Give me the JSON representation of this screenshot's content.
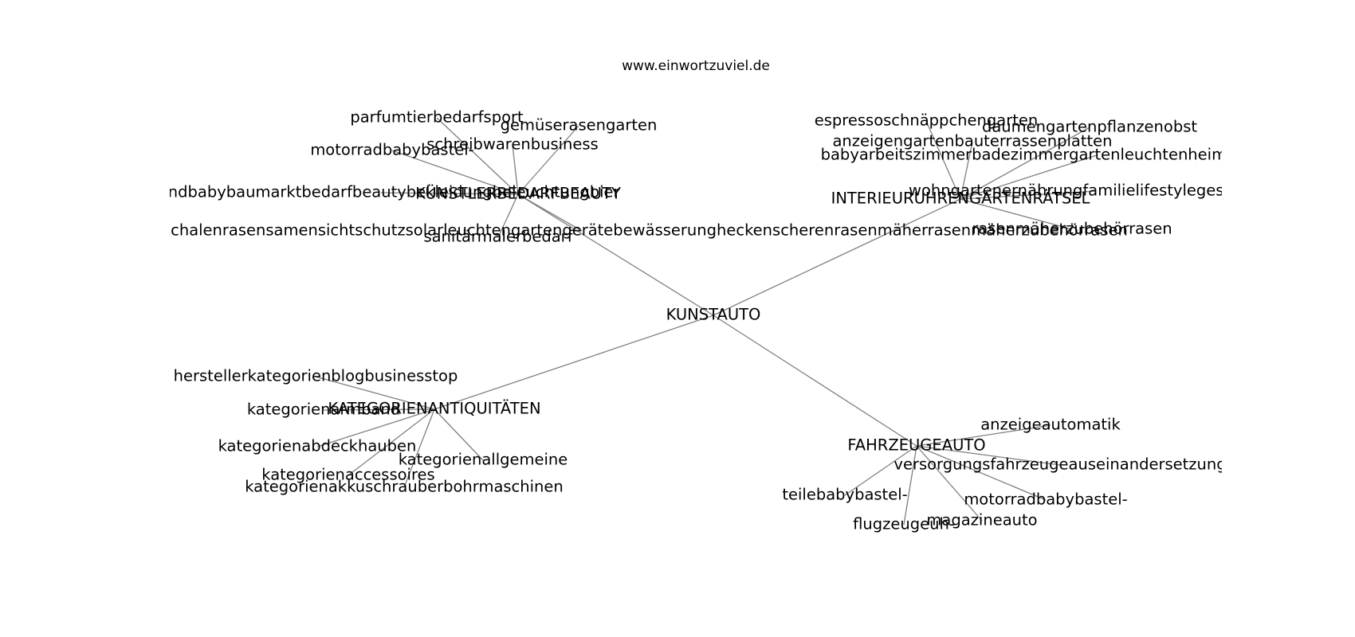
{
  "title": "www.einwortzuviel.de",
  "center": "KUNSTAUTO",
  "hubs": [
    {
      "id": "h1",
      "label": "KÜNSTLERBEDARFBEAUTY",
      "leaves": [
        "parfumtierbedarfsport",
        "gemüserasengarten",
        "schreibwarenbusiness",
        "motorradbabybastel-",
        "brandbabybaumarktbedarfbeautybekleidungbeleuchtungbier",
        "möbeldekofeuerschalenrasensamensichtschutzsolarleuchtengartengerätebewässerungheckenscherenrasenmäherrasenmäherzubehörrasen",
        "sanitärmalerbedarf"
      ]
    },
    {
      "id": "h2",
      "label": "INTERIEURUHRENGARTENRÄTSEL",
      "leaves": [
        "espressoschnäppchengarten",
        "daumengartenpflanzenobst",
        "anzeigengartenbauterrassenplatten",
        "babyarbeitszimmerbadezimmergartenleuchtenheimtextiliendekoration",
        "wohngartenernährungfamilielifestylegesundheit",
        "rasenmäherzubehörrasen"
      ]
    },
    {
      "id": "h3",
      "label": "KATEGORIENANTIQUITÄTEN",
      "leaves": [
        "herstellerkategorienblogbusinesstop",
        "kategorienarmband",
        "kategorienabdeckhauben",
        "kategorienallgemeine",
        "kategorienaccessoires",
        "kategorienakkuschrauberbohrmaschinen"
      ]
    },
    {
      "id": "h4",
      "label": "FAHRZEUGEAUTO",
      "leaves": [
        "anzeigeautomatik",
        "versorgungsfahrzeugeauseinandersetzung",
        "teilebabybastel-",
        "motorradbabybastel-",
        "magazineauto",
        "flugzeugeuh-"
      ]
    }
  ]
}
